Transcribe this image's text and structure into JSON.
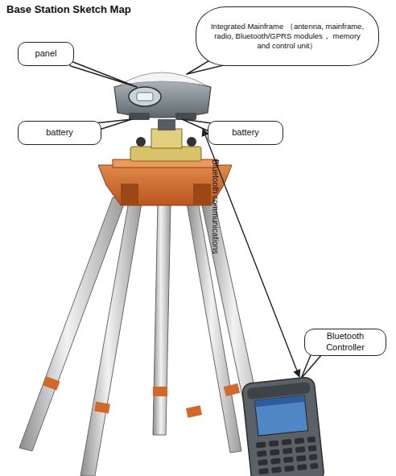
{
  "diagram": {
    "title": "Base Station Sketch Map",
    "nodes": [
      {
        "text": [
          "Integrated Mainframe （antenna, mainframe, radio, Bluetooth/GPRS modules， memory and control unit）"
        ]
      },
      {
        "text": [
          "panel"
        ]
      },
      {
        "text": [
          "battery"
        ]
      },
      {
        "text": [
          "battery"
        ]
      },
      {
        "text": [
          "Bluetooth Controller"
        ]
      }
    ],
    "labels": [
      "Bluetooth communications"
    ]
  }
}
